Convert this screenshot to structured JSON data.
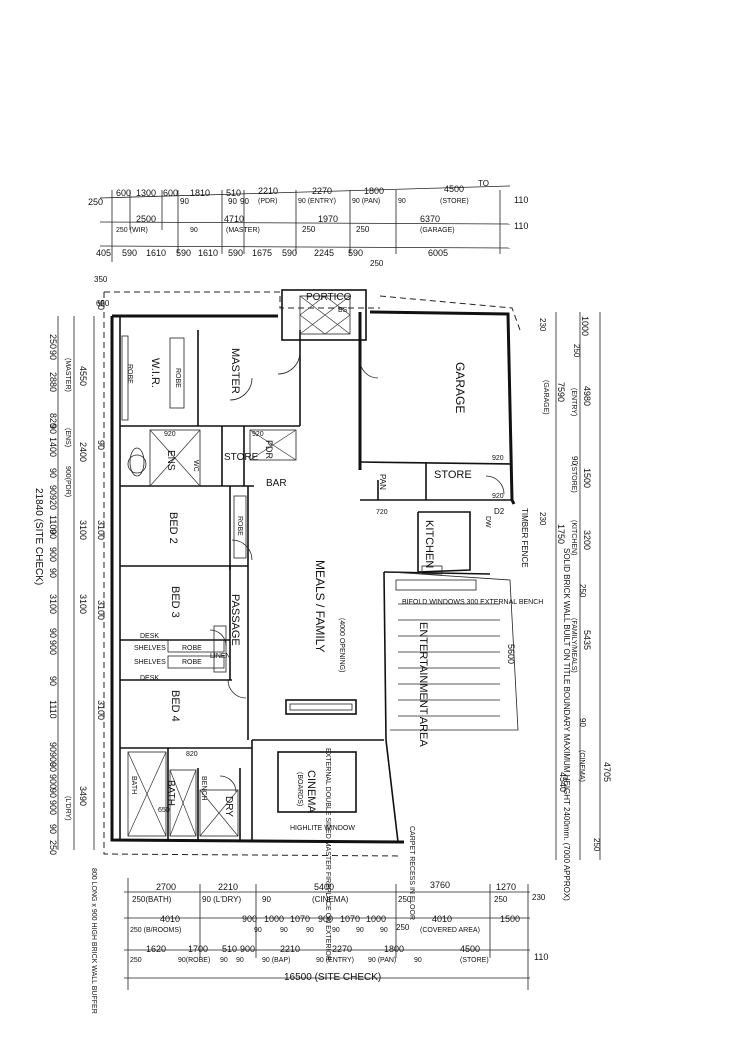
{
  "dimensions": {
    "top_row1": [
      "600",
      "1300",
      "600",
      "1810",
      "510",
      "2210",
      "2270",
      "1800",
      "4500"
    ],
    "top_row1_sub": [
      "90",
      "90",
      "90",
      "(PDR)",
      "90 (ENTRY)",
      "90 (PAN)",
      "90",
      "(STORE)"
    ],
    "top_left_250": "250",
    "top_right_110a": "110",
    "top_row2": [
      "2500",
      "4710",
      "1970",
      "6370"
    ],
    "top_row2_sub": [
      "250 (WIR)",
      "90",
      "(MASTER)",
      "250",
      "250",
      "(GARAGE)"
    ],
    "top_right_110b": "110",
    "top_row3": [
      "405",
      "590",
      "1610",
      "590",
      "1610",
      "590",
      "1675",
      "590",
      "2245",
      "590",
      "6005"
    ],
    "top_row3_250": "250",
    "top_350": "350",
    "top_650": "650",
    "top_to": "TO",
    "left_outer": [
      "250",
      "2880",
      "820",
      "1400",
      "920",
      "1100",
      "900",
      "3100",
      "900",
      "1110",
      "900",
      "900",
      "900",
      "250"
    ],
    "left_outer_90": [
      "90",
      "90",
      "90",
      "90",
      "90",
      "90",
      "90",
      "90",
      "90",
      "90",
      "90",
      "90"
    ],
    "left_mid": [
      "4550",
      "(MASTER)",
      "2400",
      "(ENS)",
      "900(PDR)",
      "3100",
      "3100",
      "3490",
      "(L'DRY)"
    ],
    "left_site": "21840 (SITE CHECK)",
    "right_dims": [
      "1000",
      "250",
      "4980",
      "(ENTRY)",
      "7590",
      "(GARAGE)",
      "1500",
      "(STORE)",
      "90",
      "1750",
      "3200",
      "(KITCHEN)",
      "250",
      "5435",
      "(FAMILY/MEALS)",
      "90",
      "4705",
      "(CINEMA)",
      "4540",
      "250",
      "230",
      "230"
    ],
    "bottom_row1": [
      "250(BATH)",
      "2700",
      "2210",
      "90 (L'DRY)",
      "90",
      "5400",
      "(CINEMA)",
      "250",
      "3760",
      "250",
      "1270",
      "230"
    ],
    "bottom_row2": [
      "4010",
      "900",
      "1000",
      "1070",
      "900",
      "1070",
      "1000",
      "250",
      "4010",
      "1500"
    ],
    "bottom_row2_sub": [
      "250 (B/ROOMS)",
      "90",
      "90",
      "90",
      "90",
      "90",
      "90",
      "(COVERED AREA)"
    ],
    "bottom_row3": [
      "1620",
      "1700",
      "510",
      "900",
      "2210",
      "2270",
      "1800",
      "4500"
    ],
    "bottom_row3_sub": [
      "250",
      "90(ROBE)",
      "90",
      "90",
      "90 (BAP)",
      "90 (ENTRY)",
      "90 (PAN)",
      "90",
      "(STORE)"
    ],
    "bottom_110": "110",
    "bottom_site": "16500 (SITE CHECK)"
  },
  "rooms": {
    "portico": "PORTICO",
    "master": "MASTER",
    "wir": "W.I.R.",
    "robe": "ROBE",
    "robe2": "ROBE",
    "ens": "ENS",
    "wc": "WC",
    "store1": "STORE",
    "pdr": "PDR",
    "bar": "BAR",
    "garage": "GARAGE",
    "store2": "STORE",
    "pan": "PAN",
    "kitchen": "KITCHEN",
    "bed2": "BED 2",
    "robe3": "ROBE",
    "bed3": "BED 3",
    "passage": "PASSAGE",
    "desk1": "DESK",
    "shelves1": "SHELVES",
    "robe4": "ROBE",
    "linen": "LINEN",
    "shelves2": "SHELVES",
    "robe5": "ROBE",
    "desk2": "DESK",
    "bed4": "BED 4",
    "meals_family": "MEALS / FAMILY",
    "opening": "(4000 OPENING)",
    "entertainment": "ENTERTAINMENT AREA",
    "bath": "BATH",
    "bath_inner": "BATH",
    "dry": "DRY",
    "bench": "BENCH",
    "cinema": "CINEMA",
    "cinema_sub": "(BOARDS)",
    "fireplace": "EXTERNAL DOUBLE SIDED MASTER FIREPLACE ON EXTERIOR",
    "highlite": "HIGHLITE WINDOW",
    "carpet": "CARPET RECESS IN FLOOR",
    "bifold": "BIFOLD WINDOWS 300 EXTERNAL BENCH",
    "d2": "D2",
    "num_5600": "5600",
    "num_920a": "920",
    "num_920b": "920",
    "num_720": "720",
    "num_920c": "920",
    "num_920d": "920",
    "num_820": "820",
    "num_650": "650",
    "bs": "BS",
    "dw": "DW"
  },
  "notes": {
    "timber_fence": "TIMBER FENCE",
    "boundary": "SOLID BRICK WALL BUILT ON TITLE BOUNDARY MAXIMUM HEIGHT 2400mm. (7000 APPROX)",
    "buffer": "800 LONG x 900 HIGH BRICK WALL BUFFER"
  }
}
